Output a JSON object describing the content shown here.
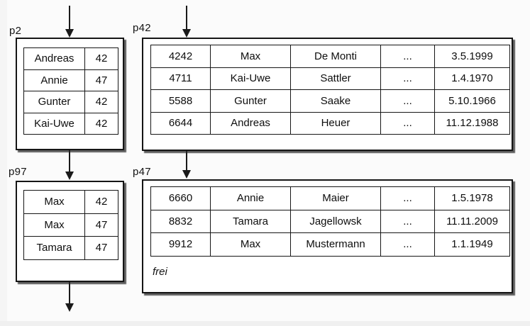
{
  "colors": {
    "background": "#fbfbfb",
    "box_fill": "#ffffff",
    "line": "#151515",
    "shadow": "#282828",
    "edge_strip": "#f0f0f0"
  },
  "pages": {
    "p2": {
      "label": "p2",
      "rows": [
        [
          "Andreas",
          "42"
        ],
        [
          "Annie",
          "47"
        ],
        [
          "Gunter",
          "42"
        ],
        [
          "Kai-Uwe",
          "42"
        ]
      ]
    },
    "p42": {
      "label": "p42",
      "rows": [
        [
          "4242",
          "Max",
          "De Monti",
          "...",
          "3.5.1999"
        ],
        [
          "4711",
          "Kai-Uwe",
          "Sattler",
          "...",
          "1.4.1970"
        ],
        [
          "5588",
          "Gunter",
          "Saake",
          "...",
          "5.10.1966"
        ],
        [
          "6644",
          "Andreas",
          "Heuer",
          "...",
          "11.12.1988"
        ]
      ]
    },
    "p97": {
      "label": "p97",
      "rows": [
        [
          "Max",
          "42"
        ],
        [
          "Max",
          "47"
        ],
        [
          "Tamara",
          "47"
        ]
      ]
    },
    "p47": {
      "label": "p47",
      "rows": [
        [
          "6660",
          "Annie",
          "Maier",
          "...",
          "1.5.1978"
        ],
        [
          "8832",
          "Tamara",
          "Jagellowsk",
          "...",
          "11.11.2009"
        ],
        [
          "9912",
          "Max",
          "Mustermann",
          "...",
          "1.1.1949"
        ]
      ],
      "free_label": "frei"
    }
  }
}
